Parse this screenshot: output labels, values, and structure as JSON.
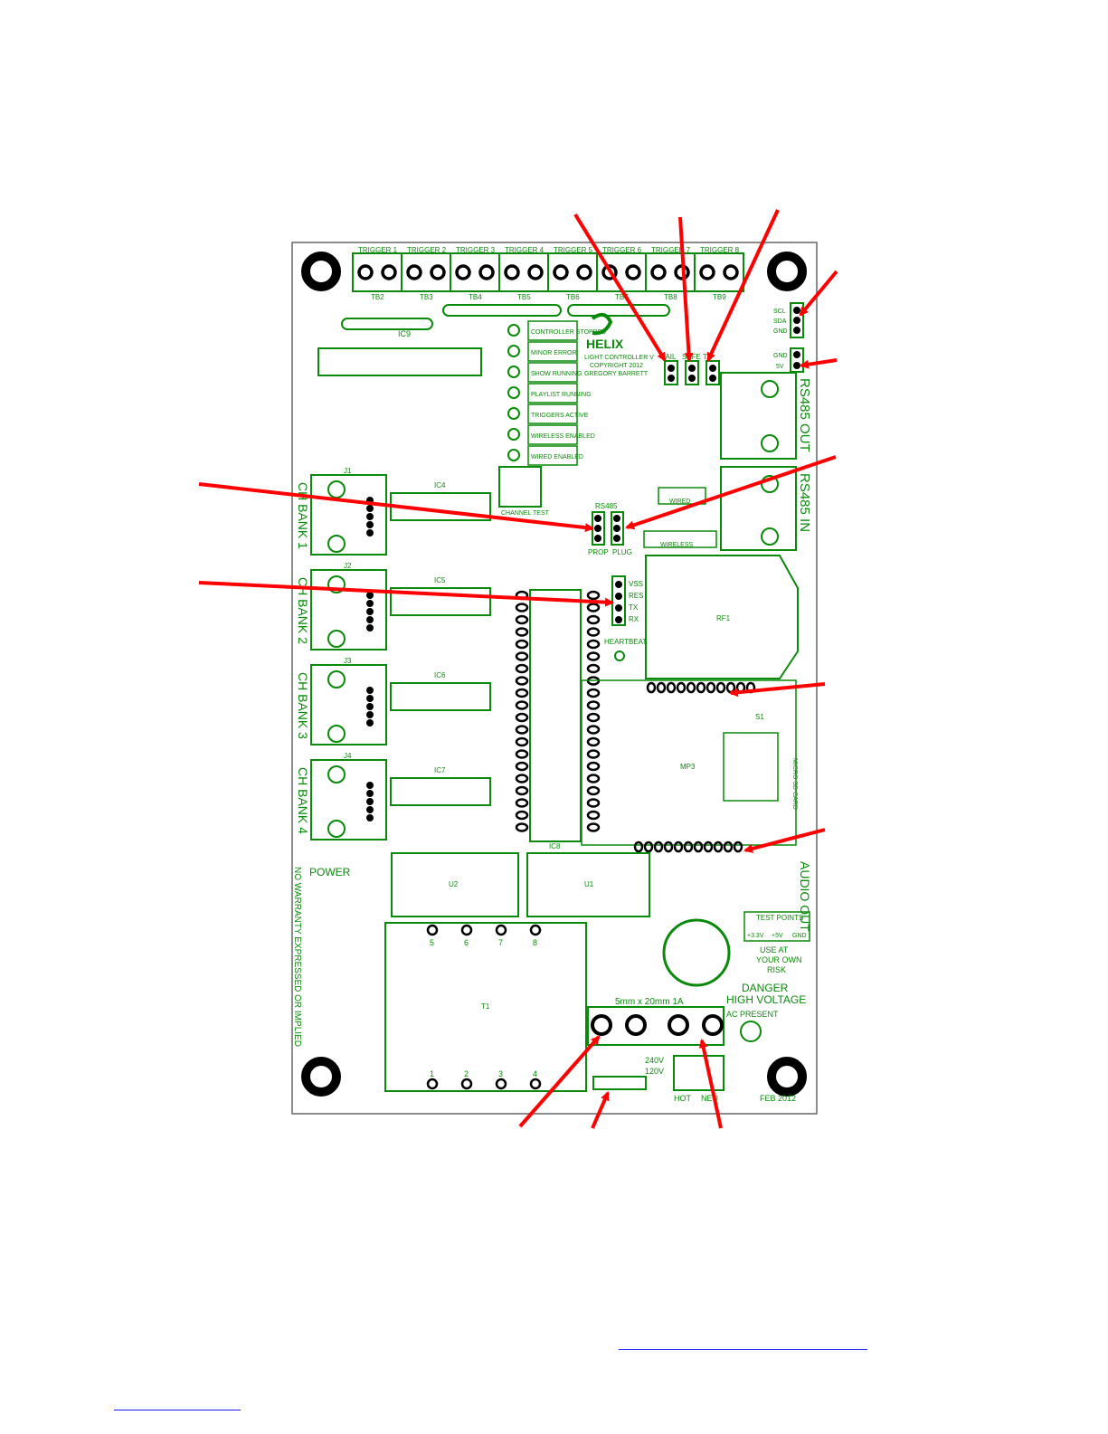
{
  "board": {
    "name": "HELIX",
    "product": "LIGHT CONTROLLER V",
    "copyright": "COPYRIGHT 2012",
    "author": "GREGORY BARRETT",
    "date": "FEB 2012",
    "disclaimer": "NO WARRANTY EXPRESSED OR IMPLIED",
    "danger_line1": "DANGER",
    "danger_line2": "HIGH VOLTAGE",
    "use_risk_1": "USE AT",
    "use_risk_2": "YOUR OWN",
    "use_risk_3": "RISK",
    "fuse_label": "5mm x 20mm 1A",
    "ac_present": "AC PRESENT",
    "power": "POWER",
    "rs485_out": "RS485 OUT",
    "rs485_in": "RS485 IN",
    "audio_out": "AUDIO OUT",
    "micro_sd": "MICRO SD CARD",
    "heartbeat": "HEARTBEAT",
    "channel_test": "CHANNEL TEST",
    "rs485": "RS485",
    "prop": "PROP",
    "plug": "PLUG",
    "wired": "WIRED",
    "wireless": "WIRELESS",
    "hot": "HOT",
    "neu": "NEU",
    "v240": "240V",
    "v120": "120V",
    "test_points": "TEST POINTS",
    "tp_33": "+3.3V",
    "tp_5": "+5V",
    "tp_gnd": "GND",
    "bus_labels": [
      "SCL",
      "SDA",
      "GND",
      "GND",
      "5V"
    ],
    "prog_labels": [
      "VSS",
      "RES",
      "TX",
      "RX"
    ]
  },
  "triggers": [
    "TRIGGER 1",
    "TRIGGER 2",
    "TRIGGER 3",
    "TRIGGER 4",
    "TRIGGER 5",
    "TRIGGER 6",
    "TRIGGER 7",
    "TRIGGER 8"
  ],
  "trigger_blocks": [
    "TB2",
    "TB3",
    "TB4",
    "TB5",
    "TB6",
    "TB7",
    "TB8",
    "TB9"
  ],
  "status_leds": [
    "CONTROLLER STOPPED",
    "MINOR ERROR",
    "SHOW RUNNING",
    "PLAYLIST RUNNING",
    "TRIGGERS ACTIVE",
    "WIRELESS ENABLED",
    "WIRED ENABLED"
  ],
  "channel_banks": [
    "CH BANK 1",
    "CH BANK 2",
    "CH BANK 3",
    "CH BANK 4"
  ],
  "mode_jumpers": [
    "FAIL",
    "SAFE",
    "TE"
  ],
  "parts": {
    "bank_jacks": [
      "J1",
      "J2",
      "J3",
      "J4"
    ],
    "driver_ics": [
      "IC4",
      "IC5",
      "IC6",
      "IC7"
    ],
    "regulators": [
      "U2",
      "U1"
    ],
    "transformer": "T1",
    "processor": "IC8",
    "shift_register": "IC9",
    "rf_module": "RF1",
    "mp3": "MP3",
    "sd_socket": "S1"
  },
  "transformer_pins_top": [
    "5",
    "6",
    "7",
    "8"
  ],
  "transformer_pins_bottom": [
    "1",
    "2",
    "3",
    "4"
  ]
}
